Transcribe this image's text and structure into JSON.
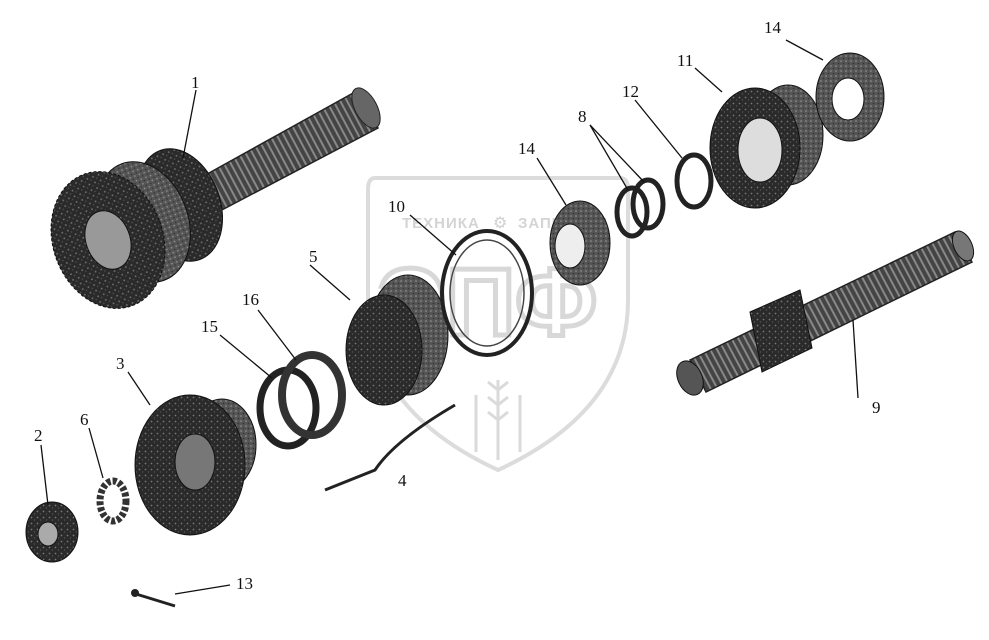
{
  "watermark": {
    "line1": "ТЕХНИКА",
    "line2": "ЗАПЧАСТИ",
    "logo": "ЭПФ"
  },
  "callouts": [
    {
      "id": "c1",
      "label": "1"
    },
    {
      "id": "c2",
      "label": "2"
    },
    {
      "id": "c3",
      "label": "3"
    },
    {
      "id": "c4",
      "label": "4"
    },
    {
      "id": "c5",
      "label": "5"
    },
    {
      "id": "c6",
      "label": "6"
    },
    {
      "id": "c8",
      "label": "8"
    },
    {
      "id": "c9",
      "label": "9"
    },
    {
      "id": "c10",
      "label": "10"
    },
    {
      "id": "c11",
      "label": "11"
    },
    {
      "id": "c12",
      "label": "12"
    },
    {
      "id": "c13",
      "label": "13"
    },
    {
      "id": "c14a",
      "label": "14"
    },
    {
      "id": "c14b",
      "label": "14"
    },
    {
      "id": "c15",
      "label": "15"
    },
    {
      "id": "c16",
      "label": "16"
    }
  ]
}
